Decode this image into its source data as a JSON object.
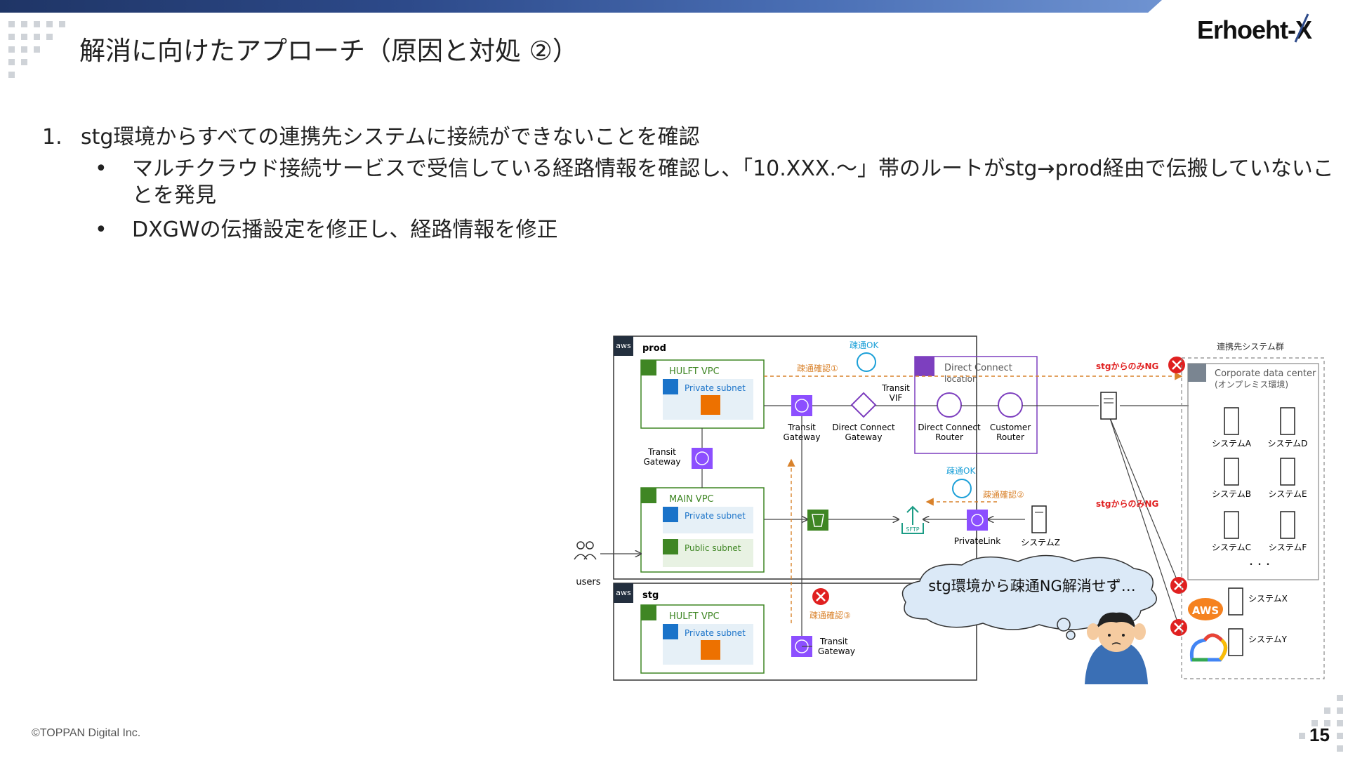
{
  "slide": {
    "title": "解消に向けたアプローチ（原因と対処 ②）",
    "logo_text": "Erhoeht-X",
    "footer": "©TOPPAN Digital Inc.",
    "page_number": "15"
  },
  "content": {
    "item1_num": "1.",
    "item1_text": "stg環境からすべての連携先システムに接続ができないことを確認",
    "bullet_symbol": "•",
    "bullet1": "マルチクラウド接続サービスで受信している経路情報を確認し、「10.XXX.～」帯のルートがstg→prod経由で伝搬していないことを発見",
    "bullet2": "DXGWの伝播設定を修正し、経路情報を修正"
  },
  "diagram": {
    "prod_label": "prod",
    "stg_label": "stg",
    "aws_badge": "aws",
    "hulft_vpc": "HULFT VPC",
    "private_subnet": "Private subnet",
    "main_vpc": "MAIN VPC",
    "public_subnet": "Public subnet",
    "transit_gateway_1": "Transit",
    "transit_gateway_2": "Gateway",
    "dxgw_1": "Direct Connect",
    "dxgw_2": "Gateway",
    "dx_location_1": "Direct Connect",
    "dx_location_2": "location",
    "dx_router_1": "Direct Connect",
    "dx_router_2": "Router",
    "customer_router_1": "Customer",
    "customer_router_2": "Router",
    "transit_vif_1": "Transit",
    "transit_vif_2": "VIF",
    "sotsu_ok": "疎通OK",
    "sotsu_check1": "疎通確認①",
    "sotsu_check2": "疎通確認②",
    "sotsu_check3": "疎通確認③",
    "stg_only_ng": "stgからのみNG",
    "partner_group": "連携先システム群",
    "corp_dc_1": "Corporate data center",
    "corp_dc_2": "(オンプレミス環境)",
    "systems": [
      "システムA",
      "システムD",
      "システムB",
      "システムE",
      "システムC",
      "システムF"
    ],
    "ellipsis": "・・・",
    "system_x": "システムX",
    "system_y": "システムY",
    "system_z": "システムZ",
    "privatelink": "PrivateLink",
    "sftp": "SFTP",
    "users": "users",
    "cloud_text": "stg環境から疎通NG解消せず…",
    "aws_logo": "AWS"
  },
  "colors": {
    "accent_blue": "#2d4a8a",
    "vpc_green": "#3f8624",
    "tgw_purple": "#8c4fff",
    "dx_purple": "#7d3fbf",
    "ng_red": "#e02020",
    "check_orange": "#d9822b",
    "ok_cyan": "#1ca0d8"
  }
}
